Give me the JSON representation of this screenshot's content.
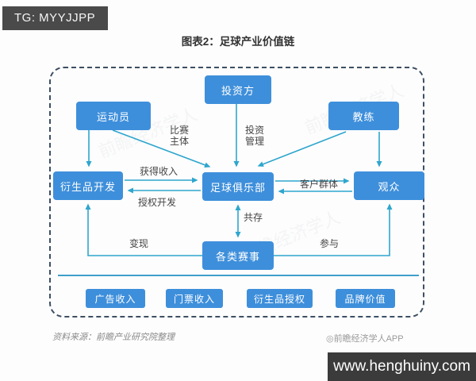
{
  "header": {
    "tg_banner": "TG: MYYJJPP",
    "title": "图表2：足球产业价值链"
  },
  "diagram": {
    "nodes": {
      "investor": "投资方",
      "athlete": "运动员",
      "coach": "教练",
      "derivatives": "衍生品开发",
      "club": "足球俱乐部",
      "audience": "观众",
      "events": "各类赛事"
    },
    "edge_labels": {
      "match_subject": "比赛主体",
      "investment_mgmt": "投资管理",
      "gain_income": "获得收入",
      "licensed_dev": "授权开发",
      "customer_group": "客户群体",
      "coexist": "共存",
      "monetize": "变现",
      "participate": "参与"
    },
    "value_chips": [
      "广告收入",
      "门票收入",
      "衍生品授权",
      "品牌价值"
    ],
    "watermark": "前瞻经济学人"
  },
  "footer": {
    "source": "资料来源：前瞻产业研究院整理",
    "app_credit": "◎前瞻经济学人APP",
    "site": "www.henghuiny.com"
  },
  "colors": {
    "node_blue": "#3E8FDB",
    "arrow_teal": "#2FA6CE",
    "dashed_border": "#3D4F63",
    "divider_blue": "#3F9FCA",
    "dark_banner": "#4A4A4A"
  }
}
